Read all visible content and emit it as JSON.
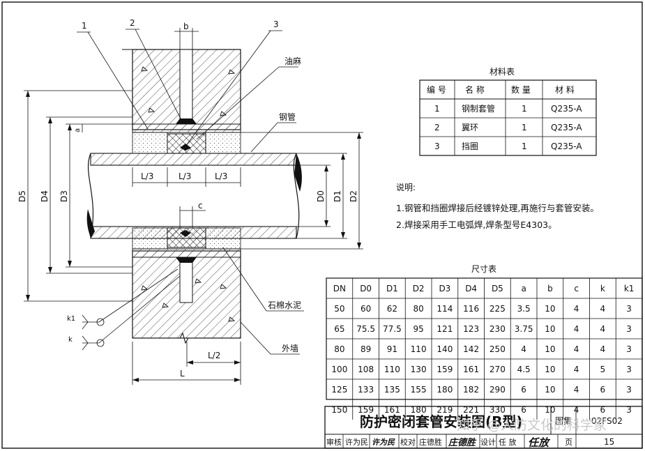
{
  "drawing": {
    "part_labels": [
      "1",
      "2",
      "3"
    ],
    "dim_b": "b",
    "dim_c": "c",
    "dim_a": "a",
    "dim_L3": "L/3",
    "dim_L2": "L/2",
    "dim_L": "L",
    "dim_D5": "D5",
    "dim_D4": "D4",
    "dim_D3": "D3",
    "dim_D0": "D0",
    "dim_D1": "D1",
    "dim_D2": "D2",
    "weld_k1": "k1",
    "weld_k": "k",
    "callout_oil_hemp": "油麻",
    "callout_steel_pipe": "钢管",
    "callout_asbestos": "石棉水泥",
    "callout_wall": "外墙"
  },
  "materials_table": {
    "title": "材料表",
    "headers": [
      "编 号",
      "名 称",
      "数 量",
      "材 料"
    ],
    "rows": [
      [
        "1",
        "钢制套管",
        "1",
        "Q235-A"
      ],
      [
        "2",
        "翼环",
        "1",
        "Q235-A"
      ],
      [
        "3",
        "挡圈",
        "1",
        "Q235-A"
      ]
    ]
  },
  "notes": {
    "title": "说明:",
    "items": [
      "1.钢管和挡圈焊接后经镀锌处理,再施行与套管安装。",
      "2.焊接采用手工电弧焊,焊条型号E4303。"
    ]
  },
  "size_table": {
    "title": "尺寸表",
    "headers": [
      "DN",
      "D0",
      "D1",
      "D2",
      "D3",
      "D4",
      "D5",
      "a",
      "b",
      "c",
      "k",
      "k1"
    ],
    "rows": [
      [
        "50",
        "60",
        "62",
        "80",
        "114",
        "116",
        "225",
        "3.5",
        "10",
        "4",
        "4",
        "3"
      ],
      [
        "65",
        "75.5",
        "77.5",
        "95",
        "121",
        "123",
        "230",
        "3.75",
        "10",
        "4",
        "4",
        "3"
      ],
      [
        "80",
        "89",
        "91",
        "110",
        "140",
        "142",
        "250",
        "4",
        "10",
        "4",
        "4",
        "3"
      ],
      [
        "100",
        "108",
        "110",
        "130",
        "159",
        "161",
        "270",
        "4.5",
        "10",
        "4",
        "5",
        "3"
      ],
      [
        "125",
        "133",
        "135",
        "155",
        "180",
        "182",
        "290",
        "6",
        "10",
        "4",
        "6",
        "3"
      ],
      [
        "150",
        "159",
        "161",
        "180",
        "219",
        "221",
        "330",
        "6",
        "10",
        "4",
        "6",
        "3"
      ]
    ]
  },
  "title_block": {
    "title": "防护密闭套管安装图(B型)",
    "atlas_label": "图集",
    "atlas_no": "02FS02",
    "review_label": "审核",
    "reviewer": "许为民",
    "reviewer_sig": "许为民",
    "check_label": "校对",
    "checker": "庄德胜",
    "checker_sig": "庄德胜",
    "design_label": "设计",
    "designer": "任 放",
    "designer_sig": "任放",
    "page_label": "页",
    "page_no": "15"
  },
  "watermark": "知乎 @人防文化的科学家"
}
